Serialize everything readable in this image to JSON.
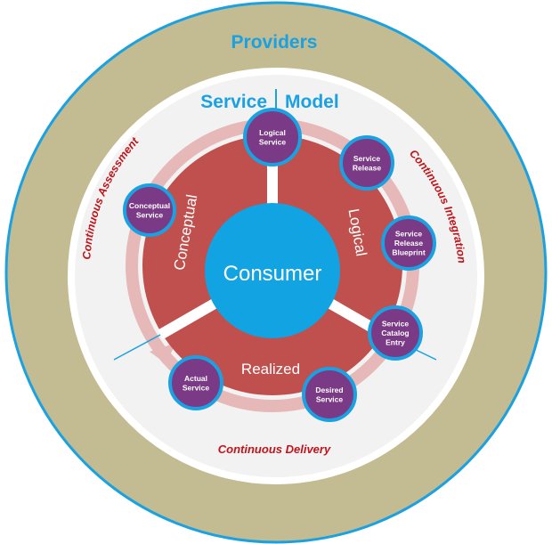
{
  "outer_label": "Providers",
  "model_title_left": "Service",
  "model_title_right": "Model",
  "center_label": "Consumer",
  "sectors": {
    "conceptual": "Conceptual",
    "logical": "Logical",
    "realized": "Realized"
  },
  "processes": {
    "assessment": "Continuous Assessment",
    "integration": "Continuous Integration",
    "delivery": "Continuous Delivery"
  },
  "nodes": [
    {
      "id": "logical-service",
      "lines": [
        "Logical",
        "Service"
      ]
    },
    {
      "id": "service-release",
      "lines": [
        "Service",
        "Release"
      ]
    },
    {
      "id": "service-release-blueprint",
      "lines": [
        "Service",
        "Release",
        "Blueprint"
      ]
    },
    {
      "id": "service-catalog-entry",
      "lines": [
        "Service",
        "Catalog",
        "Entry"
      ]
    },
    {
      "id": "desired-service",
      "lines": [
        "Desired",
        "Service"
      ]
    },
    {
      "id": "actual-service",
      "lines": [
        "Actual",
        "Service"
      ]
    },
    {
      "id": "conceptual-service",
      "lines": [
        "Conceptual",
        "Service"
      ]
    }
  ],
  "colors": {
    "outer_ring": "#c3bb92",
    "ring_border": "#1aa1e1",
    "inner_panel": "#f2f2f2",
    "arc_band": "#e6b8b8",
    "red_disc": "#c0504d",
    "center": "#12a3e2",
    "node_fill": "#7a3a86",
    "node_border": "#1aa1e1",
    "process_text": "#c0141b"
  }
}
